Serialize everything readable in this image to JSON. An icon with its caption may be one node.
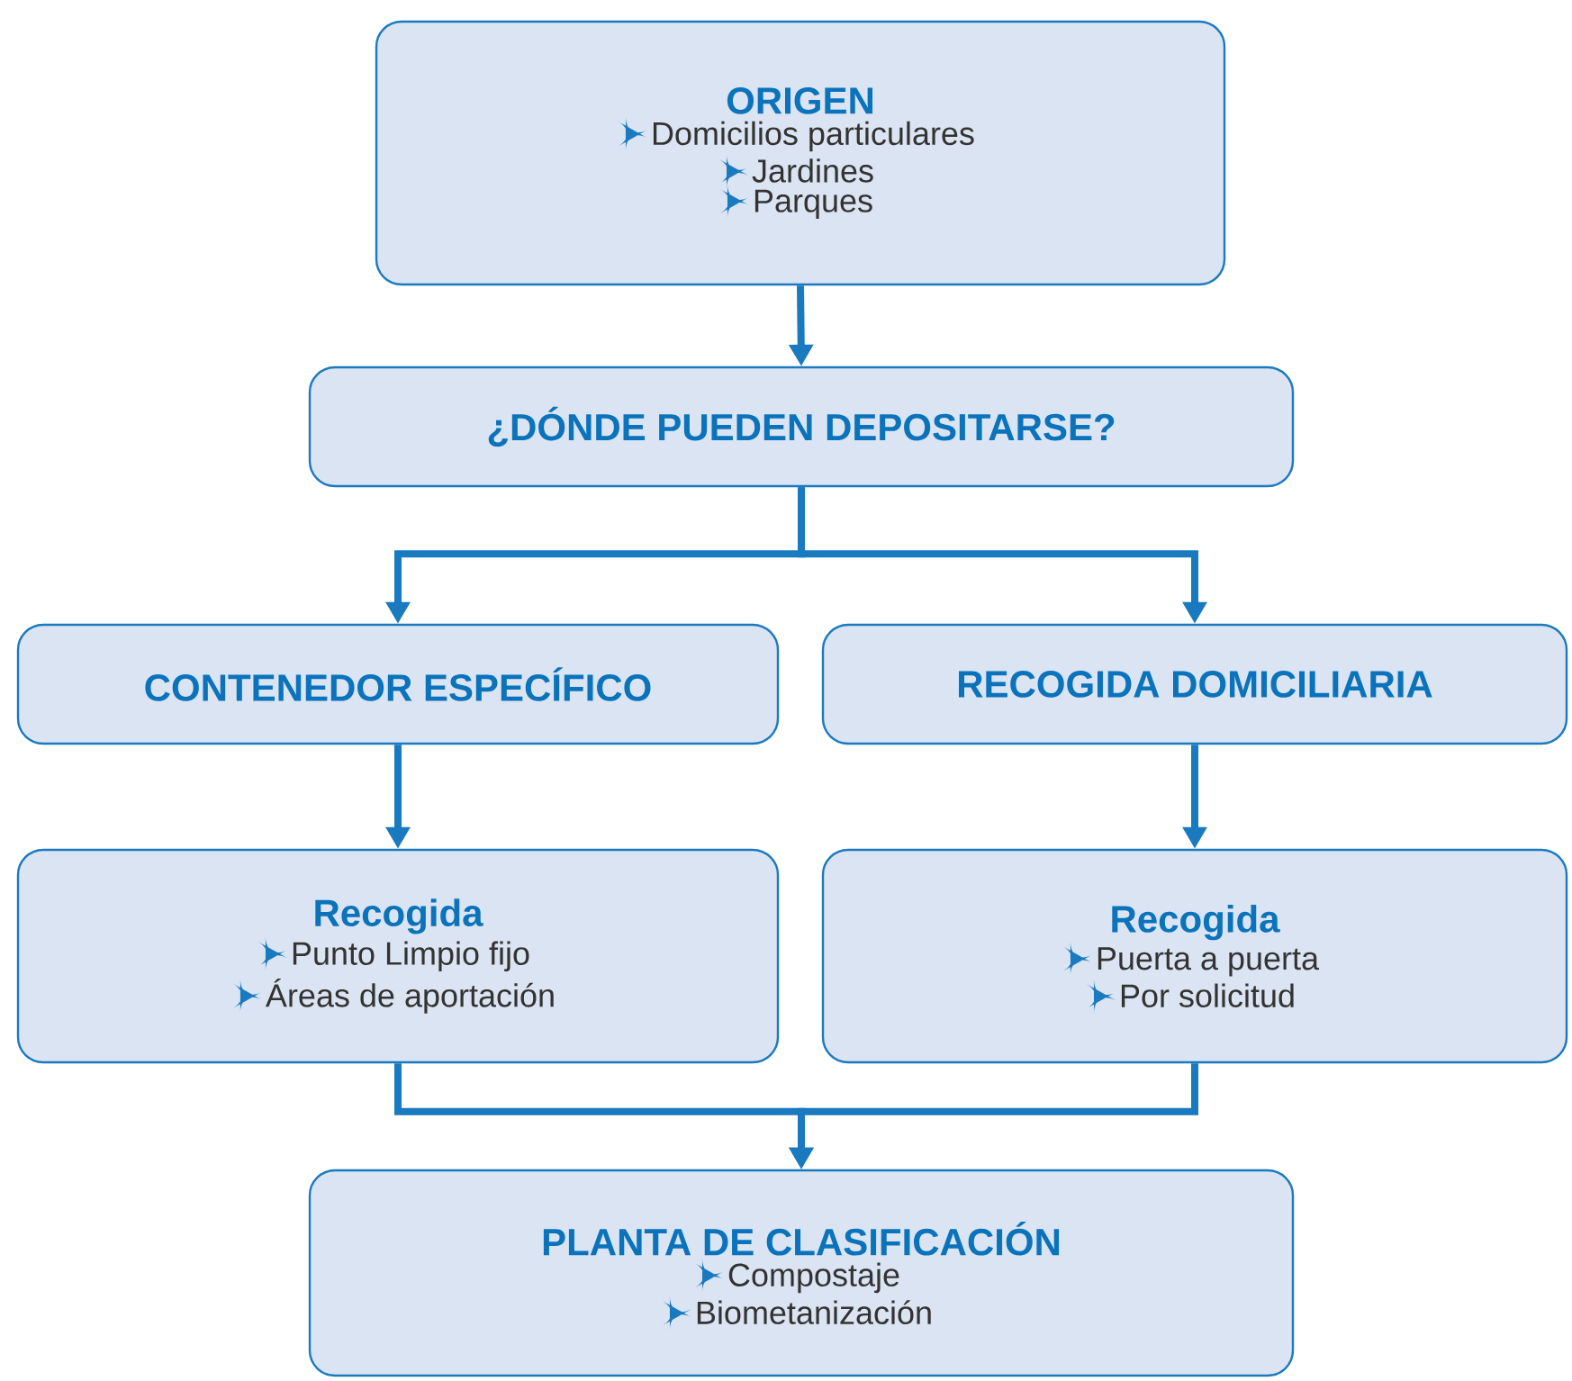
{
  "diagram": {
    "nodes": [
      {
        "text": [
          "ORIGEN",
          "Domicilios particulares",
          "Jardines",
          "Parques"
        ]
      },
      {
        "text": [
          "¿DÓNDE PUEDEN DEPOSITARSE?"
        ]
      },
      {
        "text": [
          "CONTENEDOR ESPECÍFICO"
        ]
      },
      {
        "text": [
          "RECOGIDA DOMICILIARIA"
        ]
      },
      {
        "text": [
          "Recogida",
          "Punto Limpio fijo",
          "Áreas de aportación"
        ]
      },
      {
        "text": [
          "Recogida",
          "Puerta a puerta",
          "Por solicitud"
        ]
      },
      {
        "text": [
          "PLANTA DE CLASIFICACIÓN",
          "Compostaje",
          "Biometanización"
        ]
      }
    ],
    "edges": [
      {
        "from": 0,
        "to": 1,
        "arrow": "to"
      },
      {
        "from": 1,
        "to": 2,
        "arrow": "to"
      },
      {
        "from": 1,
        "to": 3,
        "arrow": "to"
      },
      {
        "from": 2,
        "to": 4,
        "arrow": "to"
      },
      {
        "from": 3,
        "to": 5,
        "arrow": "to"
      },
      {
        "from": 4,
        "to": 6,
        "arrow": "to"
      },
      {
        "from": 5,
        "to": 6,
        "arrow": "to"
      }
    ]
  }
}
